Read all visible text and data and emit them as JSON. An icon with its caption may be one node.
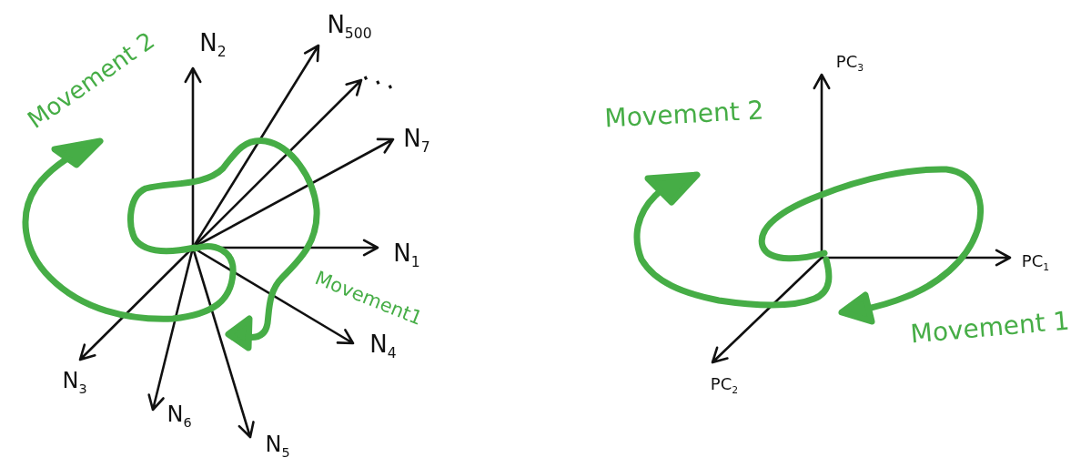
{
  "diagram": {
    "labels": [
      "N$_{2}$",
      "N$_{500}$",
      "⋱",
      "N$_{7}$",
      "N$_{1}$",
      "N$_{4}$",
      "N$_{5}$",
      "N$_{6}$",
      "N$_{3}$",
      "Movement 2",
      "Movement1",
      "PC$_{3}$",
      "PC$_{1}$",
      "PC$_{2}$",
      "Movement 2",
      "Movement 1"
    ]
  }
}
